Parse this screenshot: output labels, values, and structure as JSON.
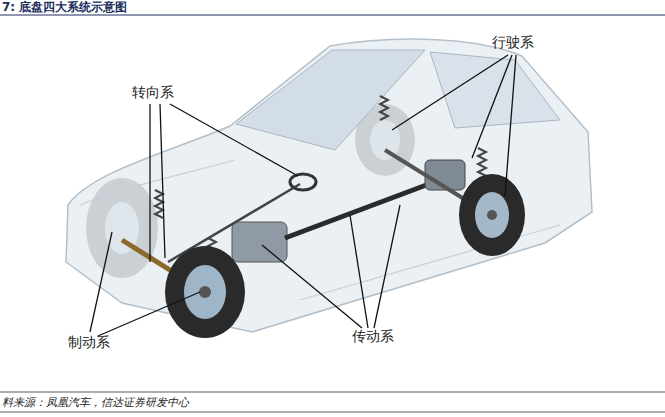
{
  "diagram": {
    "title": "7: 底盘四大系统示意图",
    "caption": "料来源：凤凰汽车，信达证券研发中心",
    "labels": [
      "行驶系",
      "转向系",
      "传动系",
      "制动系"
    ]
  }
}
